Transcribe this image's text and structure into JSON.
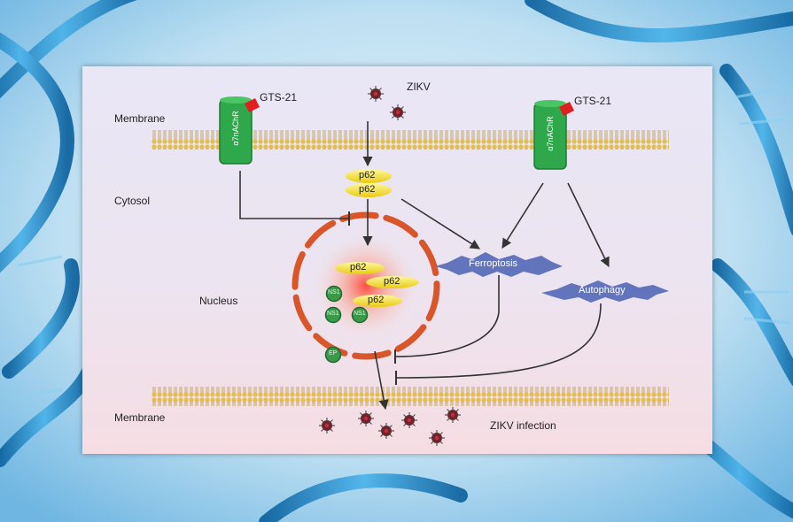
{
  "labels": {
    "membrane_top": "Membrane",
    "cytosol": "Cytosol",
    "nucleus": "Nucleus",
    "membrane_bottom": "Membrane",
    "zikv": "ZIKV",
    "gts_left": "GTS-21",
    "gts_right": "GTS-21",
    "receptor": "α7nAChR",
    "p62": "p62",
    "ns1": "NS1",
    "ep": "EP",
    "ferroptosis": "Ferroptosis",
    "autophagy": "Autophagy",
    "zikv_infection": "ZIKV infection"
  },
  "colors": {
    "membrane": "#d8b24a",
    "receptor": "#2ea84a",
    "ligand": "#e02020",
    "p62": "#f2e21a",
    "nucleus_envelope": "#d9552a",
    "burst": "#5b6fb8",
    "virus": "#7a1f2a",
    "arrow": "#333333"
  }
}
